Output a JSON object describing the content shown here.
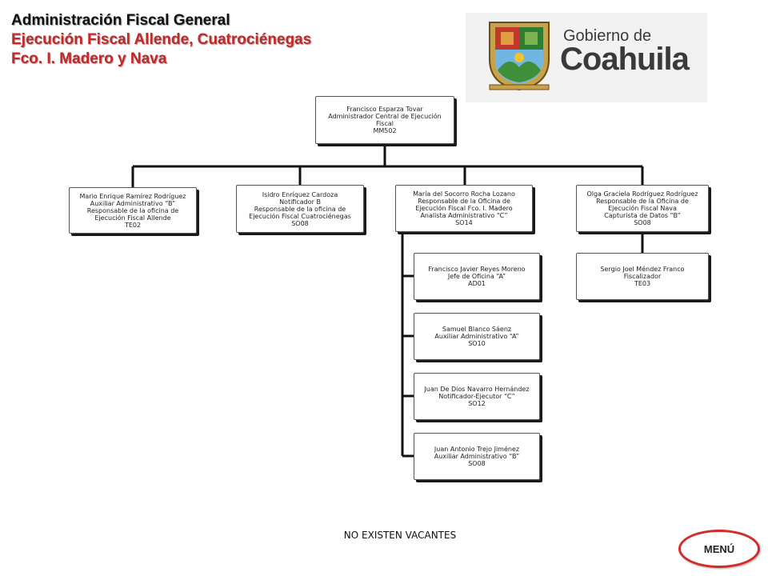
{
  "header": {
    "line1": "Administración Fiscal General",
    "line2": "Ejecución Fiscal Allende, Cuatrociénegas",
    "line3": "Fco. I. Madero y Nava"
  },
  "logo": {
    "icon": "coahuila-crest-icon",
    "small": "Gobierno de",
    "big": "Coahuila"
  },
  "org_chart": {
    "root": [
      "Francisco Esparza Tovar",
      "Administrador Central de Ejecución",
      "Fiscal",
      "MM502"
    ],
    "allende": [
      "Mario Enrique Ramírez Rodríguez",
      "Auxiliar Administrativo “B”",
      "Responsable de la oficina de",
      "Ejecución Fiscal Allende",
      "TE02"
    ],
    "cuatro": [
      "Isidro Enríquez Cardoza",
      "Notificador B",
      "Responsable de la oficina de",
      "Ejecución Fiscal Cuatrociénegas",
      "SO08"
    ],
    "madero": [
      "María del Socorro Rocha Lozano",
      "Responsable de la Oficina de",
      "Ejecución Fiscal Fco. I. Madero",
      "Analista Administrativo “C”",
      "SO14"
    ],
    "nava": [
      "Olga Graciela Rodríguez Rodríguez",
      "Responsable de la Oficina de",
      "Ejecución Fiscal Nava",
      "Capturista de Datos “B”",
      "SO08"
    ],
    "madero_staff": [
      [
        "Francisco Javier Reyes Moreno",
        "Jefe de Oficina “A”",
        "AD01"
      ],
      [
        "Samuel Blanco Sáenz",
        "Auxiliar Administrativo “A”",
        "SO10"
      ],
      [
        "Juan De Dios Navarro Hernández",
        "Notificador-Ejecutor “C”",
        "SO12"
      ],
      [
        "Juan Antonio Trejo Jiménez",
        "Auxiliar Administrativo “B”",
        "SO08"
      ]
    ],
    "nava_staff": [
      [
        "Sergio Joel Méndez Franco",
        "Fiscalizador",
        "TE03"
      ]
    ]
  },
  "footer": {
    "note": "NO EXISTEN VACANTES"
  },
  "menu": {
    "label": "MENÚ"
  }
}
